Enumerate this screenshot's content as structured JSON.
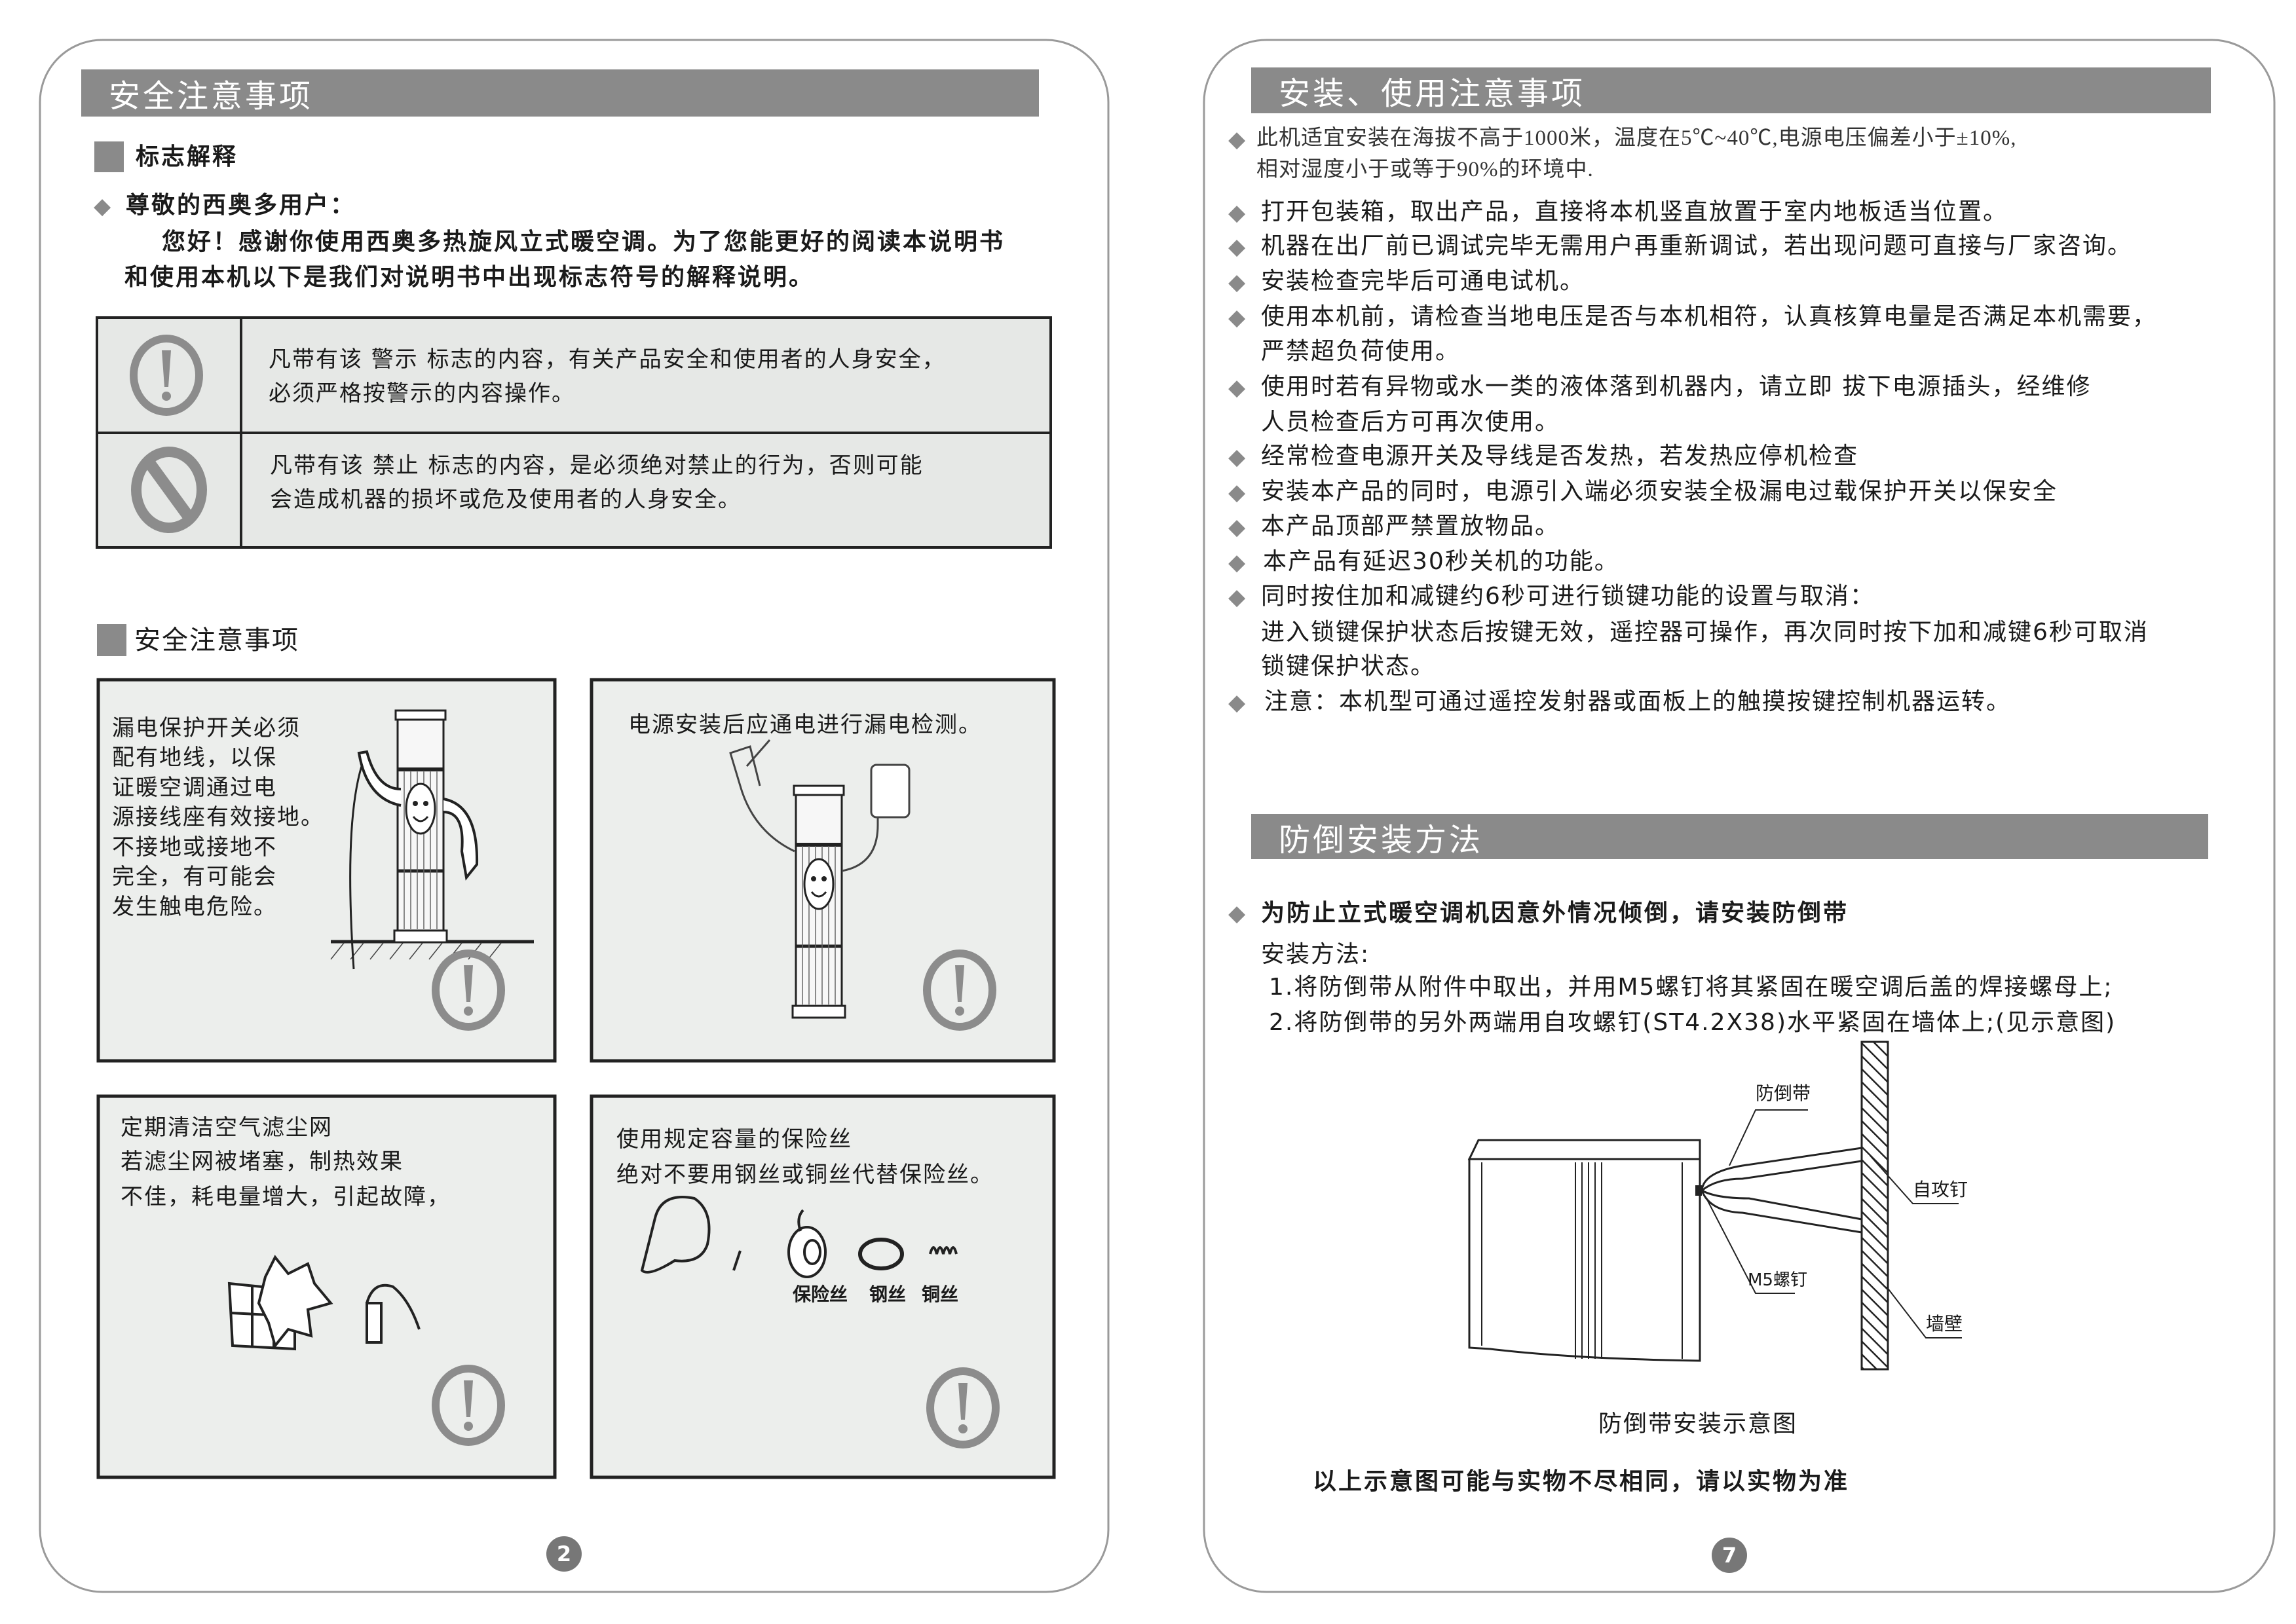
{
  "left_page": {
    "header_title": "安全注意事项",
    "section1_title": "标志解释",
    "greeting": "尊敬的西奥多用户：",
    "intro": [
      "您好！感谢你使用西奥多热旋风立式暖空调。为了您能更好的阅读本说明书",
      "和使用本机以下是我们对说明书中出现标志符号的解释说明。"
    ],
    "symbol_table": [
      {
        "icon": "warning-icon",
        "lines": [
          "凡带有该 警示 标志的内容，有关产品安全和使用者的人身安全，",
          "必须严格按警示的内容操作。"
        ]
      },
      {
        "icon": "prohibited-icon",
        "lines": [
          "凡带有该 禁止 标志的内容，是必须绝对禁止的行为，否则可能",
          "会造成机器的损坏或危及使用者的人身安全。"
        ]
      }
    ],
    "section2_title": "安全注意事项",
    "panels": [
      {
        "lines": [
          "漏电保护开关必须",
          "配有地线，以保",
          "证暖空调通过电",
          "源接线座有效接地。",
          "不接地或接地不",
          "完全，有可能会",
          "发生触电危险。"
        ]
      },
      {
        "lines": [
          "电源安装后应通电进行漏电检测。"
        ]
      },
      {
        "lines": [
          "定期清洁空气滤尘网",
          "若滤尘网被堵塞，制热效果",
          "不佳，耗电量增大，引起故障，"
        ]
      },
      {
        "lines": [
          "使用规定容量的保险丝",
          "绝对不要用钢丝或铜丝代替保险丝。"
        ],
        "labels": [
          "保险丝",
          "钢丝",
          "铜丝"
        ]
      }
    ],
    "page_number": "2"
  },
  "right_page": {
    "header_title": "安装、使用注意事项",
    "bullets": [
      [
        "此机适宜安装在海拔不高于1000米，温度在5℃~40℃,电源电压偏差小于±10%,",
        "相对湿度小于或等于90%的环境中."
      ],
      [
        "打开包装箱，取出产品，直接将本机竖直放置于室内地板适当位置。"
      ],
      [
        "机器在出厂前已调试完毕无需用户再重新调试，若出现问题可直接与厂家咨询。"
      ],
      [
        "安装检查完毕后可通电试机。"
      ],
      [
        "使用本机前，请检查当地电压是否与本机相符，认真核算电量是否满足本机需要，",
        "严禁超负荷使用。"
      ],
      [
        "使用时若有异物或水一类的液体落到机器内，请立即 拔下电源插头，经维修",
        "人员检查后方可再次使用。"
      ],
      [
        "经常检查电源开关及导线是否发热，若发热应停机检查"
      ],
      [
        "安装本产品的同时，电源引入端必须安装全极漏电过载保护开关以保安全"
      ],
      [
        "本产品顶部严禁置放物品。"
      ],
      [
        "本产品有延迟30秒关机的功能。"
      ],
      [
        "同时按住加和减键约6秒可进行锁键功能的设置与取消：",
        "进入锁键保护状态后按键无效，遥控器可操作，再次同时按下加和减键6秒可取消",
        "锁键保护状态。"
      ],
      [
        "注意：本机型可通过遥控发射器或面板上的触摸按键控制机器运转。"
      ]
    ],
    "section_title": "防倒安装方法",
    "fall_bullet": "为防止立式暖空调机因意外情况倾倒，请安装防倒带",
    "method_label": "安装方法:",
    "steps": [
      "1.将防倒带从附件中取出，并用M5螺钉将其紧固在暖空调后盖的焊接螺母上;",
      "2.将防倒带的另外两端用自攻螺钉(ST4.2X38)水平紧固在墙体上;(见示意图)"
    ],
    "diagram_labels": {
      "strap": "防倒带",
      "self_tapping_screw": "自攻钉",
      "m5_screw": "M5螺钉",
      "wall": "墙壁"
    },
    "diagram_caption": "防倒带安装示意图",
    "note": "以上示意图可能与实物不尽相同，请以实物为准",
    "page_number": "7"
  },
  "colors": {
    "header_fill": "#8a8a8a",
    "panel_fill": "#eceeec",
    "icon_gray": "#8c8c8c"
  }
}
